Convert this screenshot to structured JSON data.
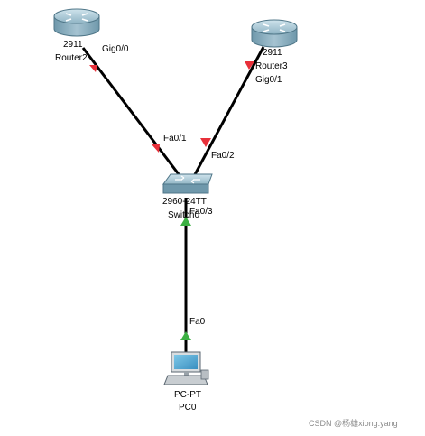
{
  "devices": {
    "router2": {
      "model": "2911",
      "name": "Router2",
      "port": "Gig0/0",
      "icon": "router-icon"
    },
    "router3": {
      "model": "2911",
      "name": "Router3",
      "port": "Gig0/1",
      "icon": "router-icon"
    },
    "switch": {
      "model": "2960-24TT",
      "name": "Switch0",
      "icon": "switch-icon",
      "ports": {
        "to_router2": "Fa0/1",
        "to_router3": "Fa0/2",
        "to_pc": "Fa0/3"
      }
    },
    "pc": {
      "model": "PC-PT",
      "name": "PC0",
      "port": "Fa0",
      "icon": "pc-icon"
    }
  },
  "links": [
    {
      "from": "Router2 Gig0/0",
      "to": "Switch0 Fa0/1",
      "status": "down",
      "color": "#e8303a"
    },
    {
      "from": "Router3 Gig0/1",
      "to": "Switch0 Fa0/2",
      "status": "down",
      "color": "#e8303a"
    },
    {
      "from": "Switch0 Fa0/3",
      "to": "PC0 Fa0",
      "status": "up",
      "color": "#3cb043"
    }
  ],
  "watermark": "CSDN @杨雄xiong.yang"
}
